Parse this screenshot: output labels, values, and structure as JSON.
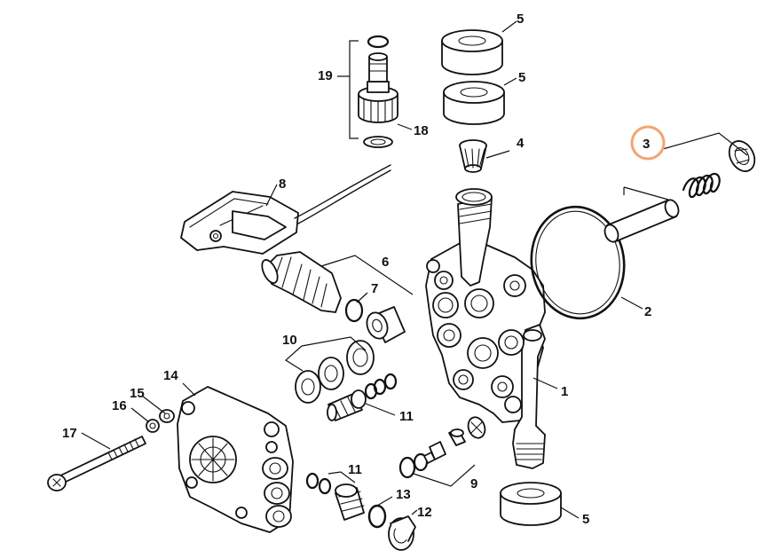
{
  "diagram": {
    "callouts": [
      {
        "id": "callout-1",
        "label": "1"
      },
      {
        "id": "callout-2",
        "label": "2"
      },
      {
        "id": "callout-3",
        "label": "3",
        "highlighted": true
      },
      {
        "id": "callout-4",
        "label": "4"
      },
      {
        "id": "callout-5a",
        "label": "5"
      },
      {
        "id": "callout-5b",
        "label": "5"
      },
      {
        "id": "callout-5c",
        "label": "5"
      },
      {
        "id": "callout-6",
        "label": "6"
      },
      {
        "id": "callout-7",
        "label": "7"
      },
      {
        "id": "callout-8",
        "label": "8"
      },
      {
        "id": "callout-9",
        "label": "9"
      },
      {
        "id": "callout-10",
        "label": "10"
      },
      {
        "id": "callout-11a",
        "label": "11"
      },
      {
        "id": "callout-11b",
        "label": "11"
      },
      {
        "id": "callout-12",
        "label": "12"
      },
      {
        "id": "callout-13",
        "label": "13"
      },
      {
        "id": "callout-14",
        "label": "14"
      },
      {
        "id": "callout-15",
        "label": "15"
      },
      {
        "id": "callout-16",
        "label": "16"
      },
      {
        "id": "callout-17",
        "label": "17"
      },
      {
        "id": "callout-18",
        "label": "18"
      },
      {
        "id": "callout-19",
        "label": "19"
      }
    ],
    "colors": {
      "line": "#111111",
      "highlight": "#f2a472",
      "highlight_fill": "#ffffff",
      "background": "#ffffff"
    }
  }
}
